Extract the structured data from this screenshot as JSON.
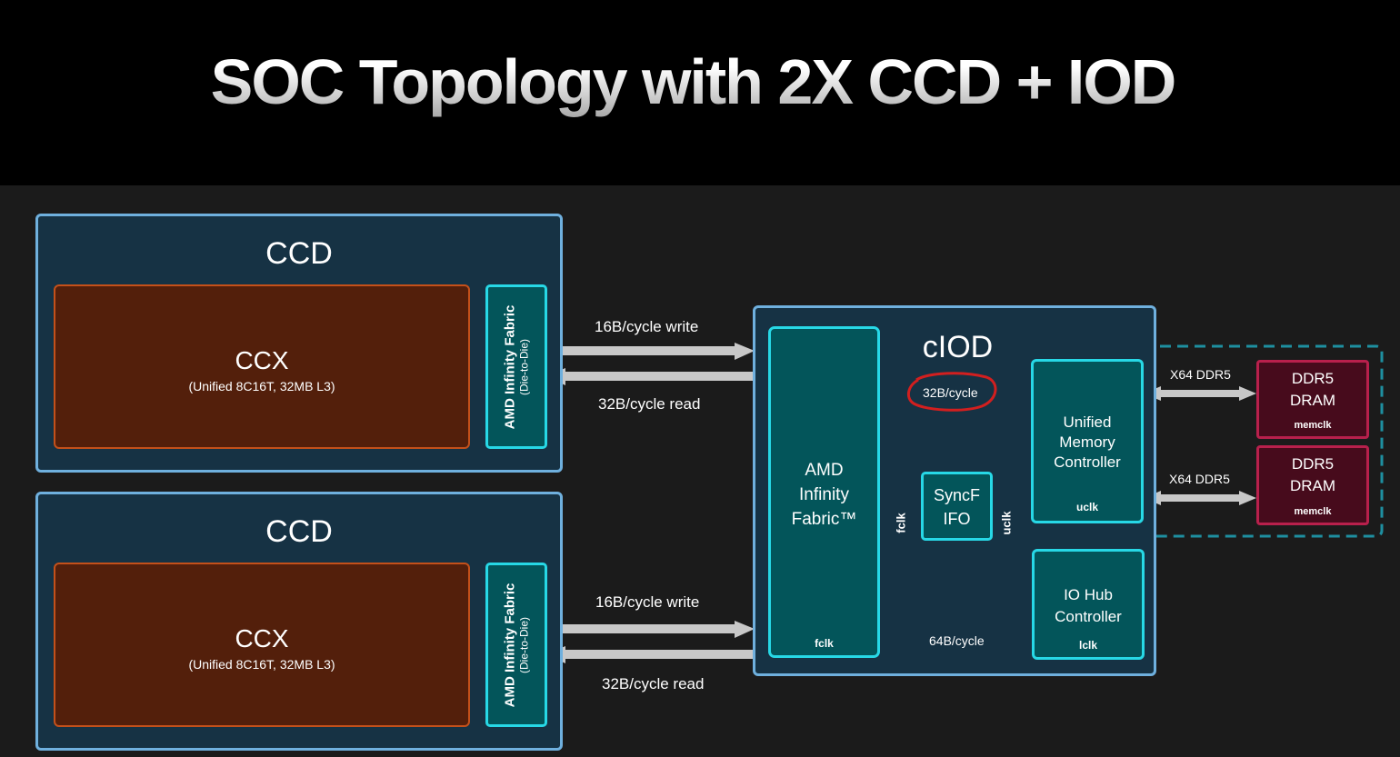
{
  "title": "SOC Topology with 2X CCD + IOD",
  "ccds": [
    {
      "label": "CCD",
      "ccx": {
        "label": "CCX",
        "detail": "(Unified 8C16T, 32MB L3)"
      },
      "fabric": {
        "label": "AMD Infinity Fabric",
        "sublabel": "(Die-to-Die)"
      },
      "write_link": "16B/cycle write",
      "read_link": "32B/cycle read"
    },
    {
      "label": "CCD",
      "ccx": {
        "label": "CCX",
        "detail": "(Unified 8C16T, 32MB L3)"
      },
      "fabric": {
        "label": "AMD Infinity Fabric",
        "sublabel": "(Die-to-Die)"
      },
      "write_link": "16B/cycle write",
      "read_link": "32B/cycle read"
    }
  ],
  "ciod": {
    "label": "cIOD",
    "fabric": {
      "lines": [
        "AMD",
        "Infinity",
        "Fabric™"
      ],
      "clock": "fclk"
    },
    "umc_link": "32B/cycle",
    "syncfifo": {
      "lines": [
        "SyncF",
        "IFO"
      ],
      "in_clock": "fclk",
      "out_clock": "uclk"
    },
    "umc": {
      "lines": [
        "Unified",
        "Memory",
        "Controller"
      ],
      "clock": "uclk"
    },
    "iohub": {
      "lines": [
        "IO Hub",
        "Controller"
      ],
      "clock": "lclk"
    },
    "iohub_link": "64B/cycle"
  },
  "memory": [
    {
      "link": "X64 DDR5",
      "lines": [
        "DDR5",
        "DRAM"
      ],
      "clock": "memclk"
    },
    {
      "link": "X64 DDR5",
      "lines": [
        "DDR5",
        "DRAM"
      ],
      "clock": "memclk"
    }
  ],
  "colors": {
    "die_fill": "#163244",
    "die_border": "#6fb0de",
    "ccx_fill": "#531f0b",
    "ccx_border": "#c4501a",
    "fabric_fill": "#03555a",
    "fabric_border": "#27d8e6",
    "dram_fill": "#470b1c",
    "dram_border": "#b8204c",
    "arrow": "#c8c8c8",
    "highlight_circle": "#d21f1f",
    "dashed_group": "#1e8fa0"
  }
}
